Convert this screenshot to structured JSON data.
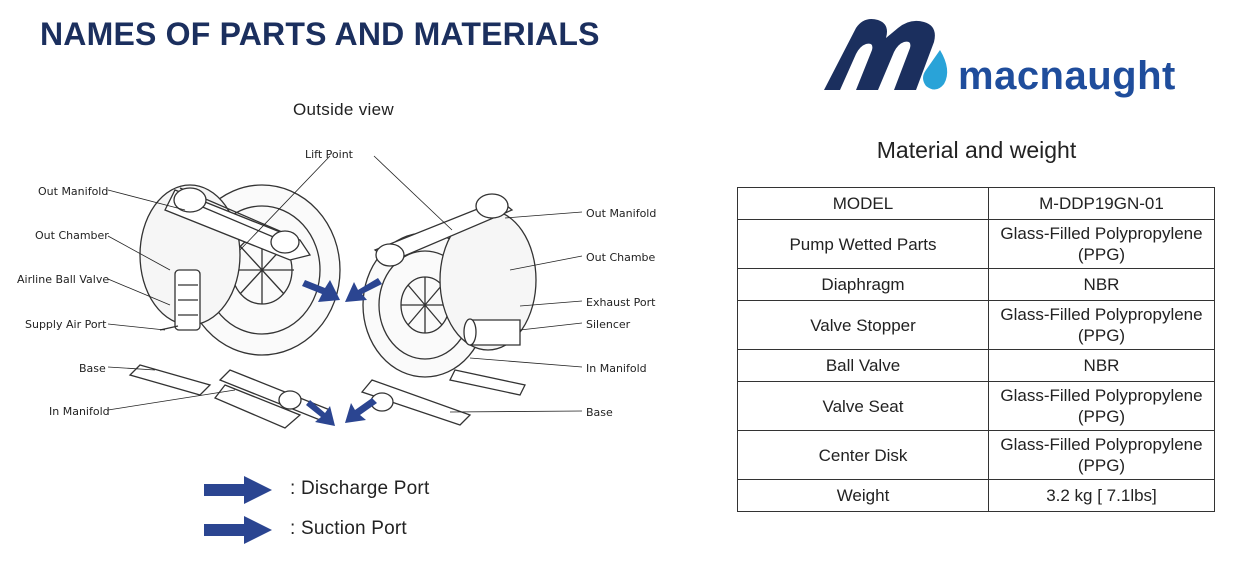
{
  "header": {
    "title": "NAMES OF PARTS AND MATERIALS"
  },
  "logo": {
    "text": "macnaught",
    "brand_color": "#1f4d9c"
  },
  "outside_view": {
    "title": "Outside view",
    "left_pump_labels": [
      "Lift Point",
      "Out Manifold",
      "Out Chamber",
      "Airline Ball Valve",
      "Supply Air Port",
      "Base",
      "In Manifold"
    ],
    "right_pump_labels": [
      "Out Manifold",
      "Out Chambe",
      "Exhaust Port",
      "Silencer",
      "In Manifold",
      "Base"
    ]
  },
  "legend": [
    {
      "icon": "arrow-right-icon",
      "text": ": Discharge Port"
    },
    {
      "icon": "arrow-right-icon",
      "text": ": Suction Port"
    }
  ],
  "materials": {
    "title": "Material and weight",
    "rows": [
      {
        "label": "MODEL",
        "value": "M-DDP19GN-01"
      },
      {
        "label": "Pump Wetted Parts",
        "value": "Glass-Filled Polypropylene (PPG)"
      },
      {
        "label": "Diaphragm",
        "value": "NBR"
      },
      {
        "label": "Valve Stopper",
        "value": "Glass-Filled Polypropylene (PPG)"
      },
      {
        "label": "Ball Valve",
        "value": "NBR"
      },
      {
        "label": "Valve Seat",
        "value": "Glass-Filled Polypropylene (PPG)"
      },
      {
        "label": "Center Disk",
        "value": "Glass-Filled Polypropylene (PPG)"
      },
      {
        "label": "Weight",
        "value": "3.2 kg [ 7.1lbs]"
      }
    ]
  },
  "colors": {
    "title": "#1b2f5e",
    "arrow": "#2b4591"
  }
}
